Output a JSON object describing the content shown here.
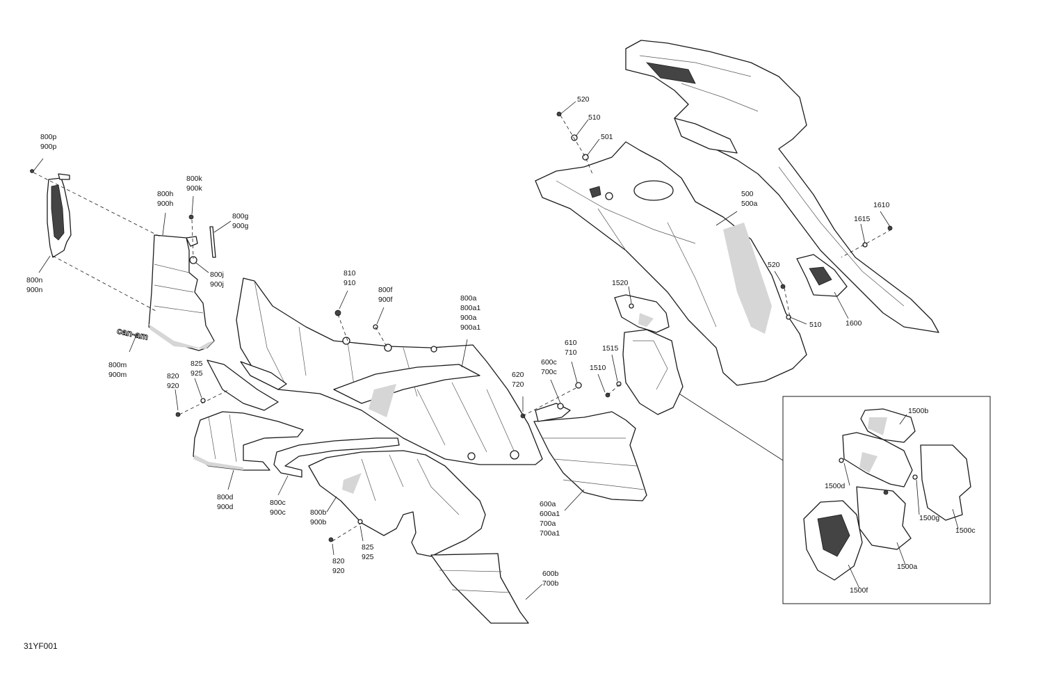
{
  "figure_code": "31YF001",
  "callouts": {
    "c800p": [
      "800p",
      "900p"
    ],
    "c800n": [
      "800n",
      "900n"
    ],
    "c800h": [
      "800h",
      "900h"
    ],
    "c800k": [
      "800k",
      "900k"
    ],
    "c800g": [
      "800g",
      "900g"
    ],
    "c800j": [
      "800j",
      "900j"
    ],
    "c800m": [
      "800m",
      "900m"
    ],
    "c825a": [
      "825",
      "925"
    ],
    "c820a": [
      "820",
      "920"
    ],
    "c810": [
      "810",
      "910"
    ],
    "c800f": [
      "800f",
      "900f"
    ],
    "c800a": [
      "800a",
      "800a1",
      "900a",
      "900a1"
    ],
    "c800d": [
      "800d",
      "900d"
    ],
    "c800c": [
      "800c",
      "900c"
    ],
    "c800b": [
      "800b",
      "900b"
    ],
    "c825b": [
      "825",
      "925"
    ],
    "c820b": [
      "820",
      "920"
    ],
    "c620": [
      "620",
      "720"
    ],
    "c600c": [
      "600c",
      "700c"
    ],
    "c610": [
      "610",
      "710"
    ],
    "c600a": [
      "600a",
      "600a1",
      "700a",
      "700a1"
    ],
    "c600b": [
      "600b",
      "700b"
    ],
    "c1510": [
      "1510"
    ],
    "c1515": [
      "1515"
    ],
    "c1520": [
      "1520"
    ],
    "c520a": [
      "520"
    ],
    "c510a": [
      "510"
    ],
    "c501": [
      "501"
    ],
    "c500": [
      "500",
      "500a"
    ],
    "c520b": [
      "520"
    ],
    "c510b": [
      "510"
    ],
    "c1610": [
      "1610"
    ],
    "c1615": [
      "1615"
    ],
    "c1600": [
      "1600"
    ],
    "c1500b": [
      "1500b"
    ],
    "c1500d": [
      "1500d"
    ],
    "c1500g": [
      "1500g"
    ],
    "c1500c": [
      "1500c"
    ],
    "c1500a": [
      "1500a"
    ],
    "c1500f": [
      "1500f"
    ]
  },
  "logo_text": "can-am"
}
